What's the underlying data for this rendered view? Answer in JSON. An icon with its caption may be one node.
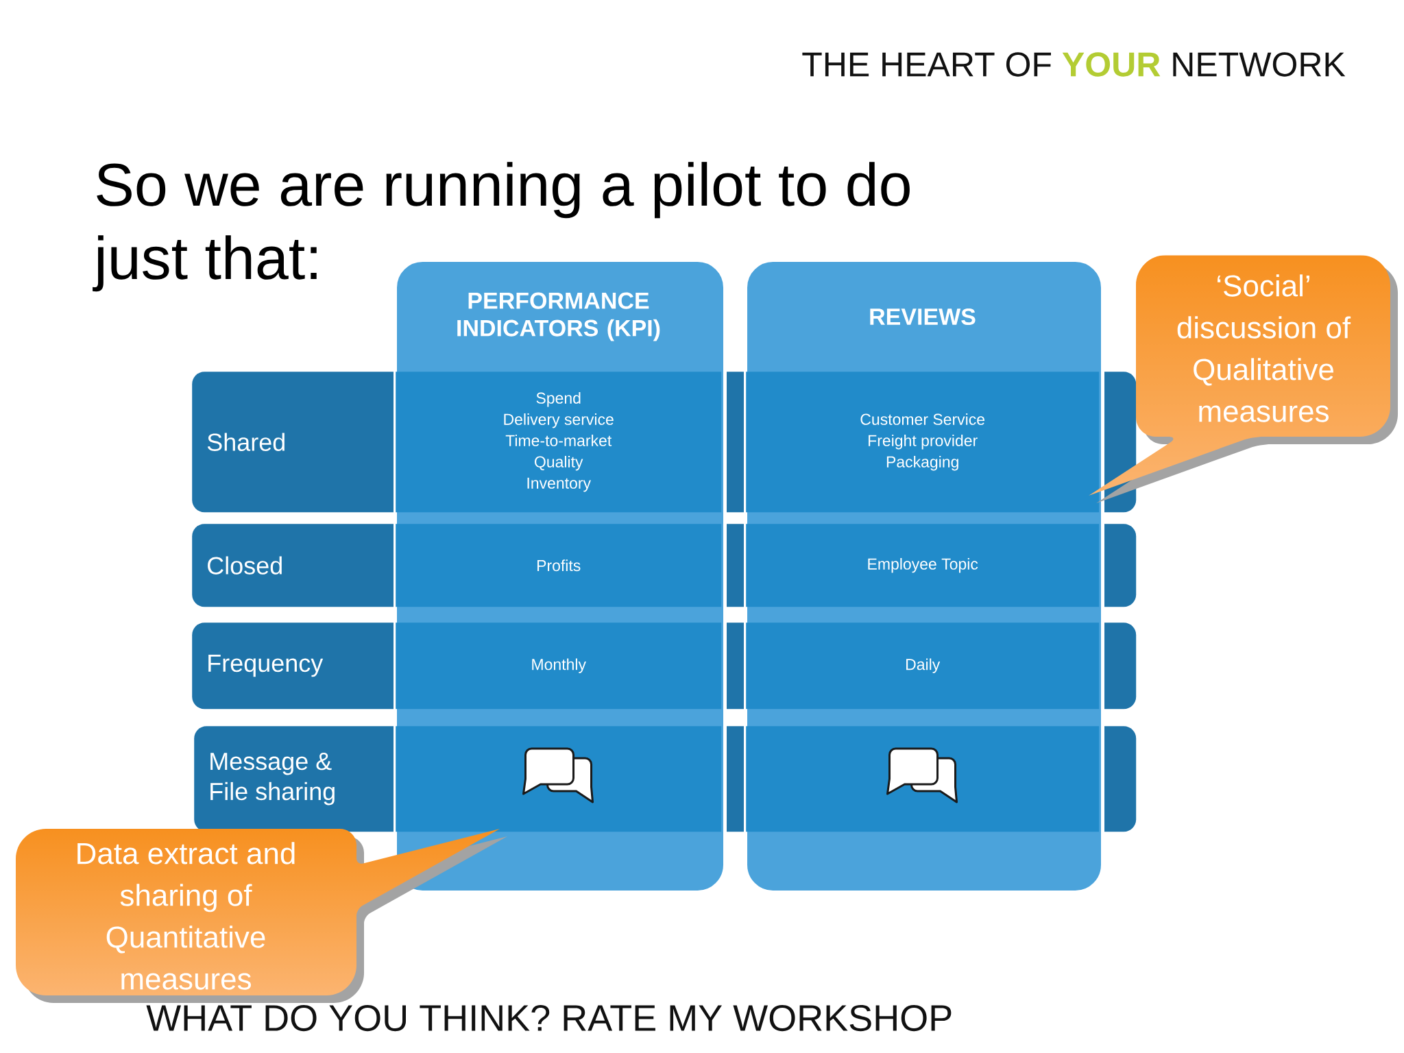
{
  "diagram": {
    "title": "So we are running a pilot to do just that:",
    "nodes": [
      {
        "text": [
          "PERFORMANCE INDICATORS (KPI)"
        ]
      },
      {
        "text": [
          "REVIEWS"
        ]
      },
      {
        "text": [
          "Shared"
        ]
      },
      {
        "text": [
          "Closed"
        ]
      },
      {
        "text": [
          "Frequency"
        ]
      },
      {
        "text": [
          "Message & File sharing"
        ]
      },
      {
        "text": [
          "Spend",
          "Delivery service",
          "Time-to-market",
          "Quality",
          "Inventory"
        ]
      },
      {
        "text": [
          "Profits"
        ]
      },
      {
        "text": [
          "Monthly"
        ]
      },
      {
        "text": [],
        "shape": "box"
      },
      {
        "text": [
          "Customer Service",
          "Freight provider",
          "Packaging"
        ]
      },
      {
        "text": [
          "Employee Topic"
        ]
      },
      {
        "text": [
          "Daily"
        ]
      },
      {
        "text": [],
        "shape": "box"
      },
      {
        "text": [
          "‘Social’ discussion of Qualitative measures"
        ]
      },
      {
        "text": [
          "Data extract and sharing of Quantitative measures"
        ]
      }
    ],
    "labels": [
      "THE HEART OF **YOUR** NETWORK",
      "WHAT DO YOU THINK? RATE MY WORKSHOP"
    ]
  }
}
